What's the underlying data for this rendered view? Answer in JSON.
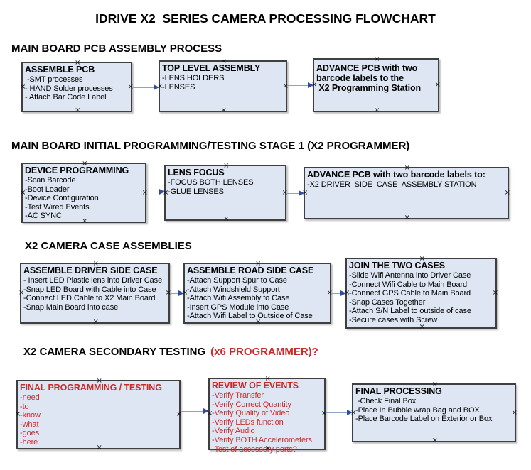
{
  "title": "IDRIVE X2  SERIES CAMERA PROCESSING FLOWCHART",
  "connection_marker": "×",
  "colors": {
    "box_fill": "#dde6f2",
    "box_border": "#3f3f3f",
    "accent_red": "#cc2a2a",
    "arrow_line": "#8ea3c4",
    "arrow_head": "#2f4f9e",
    "text": "#000000",
    "background": "#ffffff"
  },
  "sections": [
    {
      "header": "MAIN BOARD PCB ASSEMBLY PROCESS",
      "boxes": [
        {
          "title": "ASSEMBLE PCB",
          "items": [
            " -SMT processes",
            "- HAND Solder processes",
            "- Attach Bar Code Label"
          ]
        },
        {
          "title": "TOP LEVEL ASSEMBLY",
          "items": [
            "-LENS HOLDERS",
            "-LENSES"
          ]
        },
        {
          "title": "",
          "items": [
            "ADVANCE PCB with two",
            "barcode labels to the",
            " X2 Programming Station"
          ]
        }
      ]
    },
    {
      "header": "MAIN BOARD INITIAL PROGRAMMING/TESTING STAGE 1 (X2 PROGRAMMER)",
      "boxes": [
        {
          "title": "DEVICE PROGRAMMING",
          "items": [
            "-Scan Barcode",
            "-Boot Loader",
            "-Device Configuration",
            "-Test Wired Events",
            "-AC SYNC"
          ]
        },
        {
          "title": "LENS FOCUS",
          "items": [
            "-FOCUS BOTH LENSES",
            "-GLUE LENSES"
          ]
        },
        {
          "title": "ADVANCE PCB with two barcode labels to:",
          "items": [
            "-X2 DRIVER  SIDE  CASE  ASSEMBLY STATION"
          ]
        }
      ]
    },
    {
      "header": "X2 CAMERA CASE ASSEMBLIES",
      "boxes": [
        {
          "title": "ASSEMBLE DRIVER SIDE CASE",
          "items": [
            "- Insert LED Plastic lens into Driver Case",
            "-Snap LED Board with Cable into Case",
            "-Connect LED Cable to X2 Main Board",
            "-Snap Main Board into case"
          ]
        },
        {
          "title": "ASSEMBLE ROAD SIDE CASE",
          "items": [
            "-Attach Support Spur to Case",
            "-Attach Windshield Support",
            "-Attach Wifi Assembly to Case",
            "-Insert GPS Module into Case",
            "-Attach Wifi Label to Outside of Case"
          ]
        },
        {
          "title": "JOIN THE TWO CASES",
          "items": [
            "-Slide Wifi Antenna into Driver Case",
            "-Connect Wifi Cable to Main Board",
            "-Connect GPS Cable to Main Board",
            "-Snap Cases Together",
            "-Attach S/N Label to outside of case",
            "-Secure cases with Screw"
          ]
        }
      ]
    },
    {
      "header": "X2 CAMERA SECONDARY TESTING",
      "header_suffix": "(x6 PROGRAMMER)?",
      "boxes": [
        {
          "title": "FINAL PROGRAMMING / TESTING",
          "items": [
            "-need",
            "-to",
            "-know",
            "-what",
            "-goes",
            "-here"
          ]
        },
        {
          "title": "REVIEW OF EVENTS",
          "items": [
            "-Verify Transfer",
            "-Verify Correct Quantity",
            "-Verify Quality of Video",
            "-Verify LEDs function",
            "-Verify Audio",
            "-Verify BOTH Accelerometers",
            "-Test of accessory ports?"
          ]
        },
        {
          "title": "FINAL PROCESSING",
          "items": [
            " -Check Final Box",
            "-Place In Bubble wrap Bag and BOX",
            "-Place Barcode Label on Exterior or Box"
          ]
        }
      ]
    }
  ]
}
